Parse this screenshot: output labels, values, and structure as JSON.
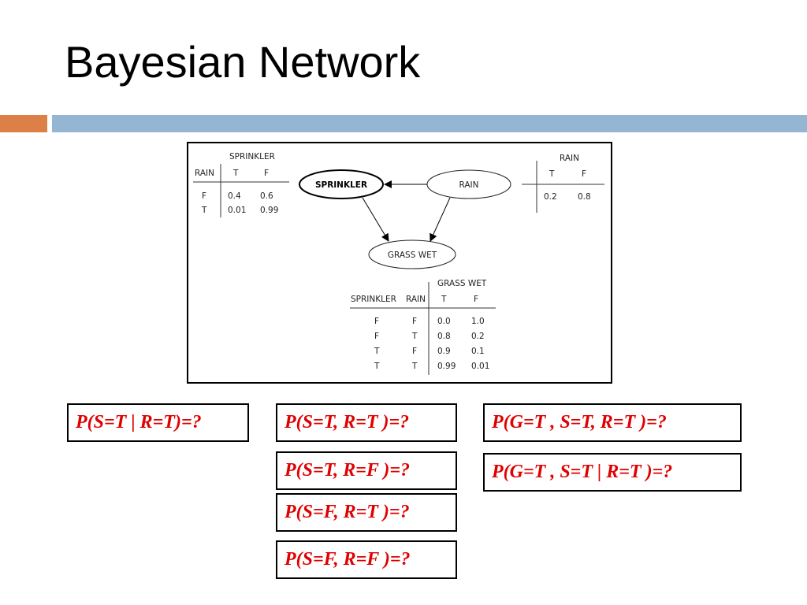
{
  "slide": {
    "title": "Bayesian Network"
  },
  "network": {
    "nodes": {
      "sprinkler": "SPRINKLER",
      "rain": "RAIN",
      "grass_wet": "GRASS WET"
    },
    "sprinkler_table": {
      "title": "SPRINKLER",
      "row_header": "RAIN",
      "cols": [
        "T",
        "F"
      ],
      "rows": [
        {
          "rain": "F",
          "t": "0.4",
          "f": "0.6"
        },
        {
          "rain": "T",
          "t": "0.01",
          "f": "0.99"
        }
      ]
    },
    "rain_table": {
      "title": "RAIN",
      "cols": [
        "T",
        "F"
      ],
      "values": [
        "0.2",
        "0.8"
      ]
    },
    "grass_table": {
      "title": "GRASS WET",
      "header_sprinkler": "SPRINKLER",
      "header_rain": "RAIN",
      "cols": [
        "T",
        "F"
      ],
      "rows": [
        {
          "s": "F",
          "r": "F",
          "t": "0.0",
          "f": "1.0"
        },
        {
          "s": "F",
          "r": "T",
          "t": "0.8",
          "f": "0.2"
        },
        {
          "s": "T",
          "r": "F",
          "t": "0.9",
          "f": "0.1"
        },
        {
          "s": "T",
          "r": "T",
          "t": "0.99",
          "f": "0.01"
        }
      ]
    }
  },
  "questions": {
    "q1": "P(S=T | R=T)=?",
    "q2": "P(S=T, R=T )=?",
    "q3": "P(S=T, R=F )=?",
    "q4": "P(S=F, R=T )=?",
    "q5": "P(S=F, R=F )=?",
    "q6": "P(G=T , S=T, R=T )=?",
    "q7": "P(G=T , S=T | R=T )=?"
  },
  "colors": {
    "accent_orange": "#dd8047",
    "accent_blue": "#94b6d2",
    "question_text": "#e00000"
  }
}
